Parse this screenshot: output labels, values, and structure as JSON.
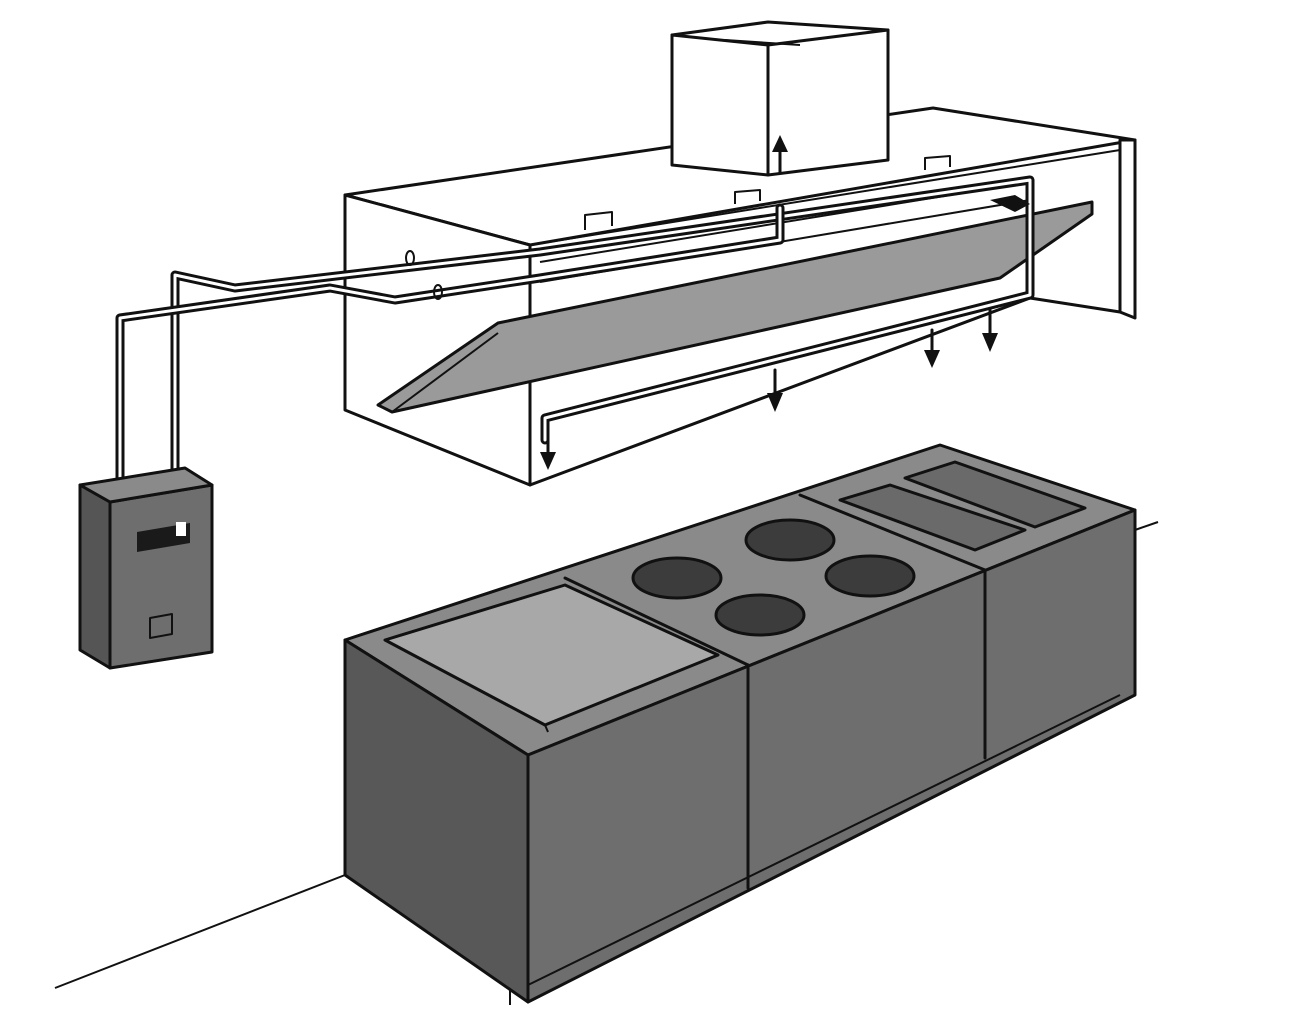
{
  "diagram": {
    "colors": {
      "outline": "#111111",
      "background": "#ffffff",
      "hood_fill": "#ffffff",
      "filter_fill": "#9a9a9a",
      "cabinet_front": "#6e6e6e",
      "cabinet_side": "#585858",
      "cabinet_top": "#8a8a8a",
      "griddle_fill": "#a8a8a8",
      "burner_fill": "#3c3c3c",
      "well_fill": "#6a6a6a",
      "panel_fill": "#6e6e6e",
      "panel_side": "#555555",
      "display_fill": "#1a1a1a"
    },
    "components": [
      "exhaust-duct",
      "exhaust-hood",
      "grease-filter",
      "suppression-piping",
      "nozzle-arrows",
      "control-panel",
      "cooking-line-griddle",
      "cooking-line-range",
      "cooking-line-fryer"
    ]
  }
}
